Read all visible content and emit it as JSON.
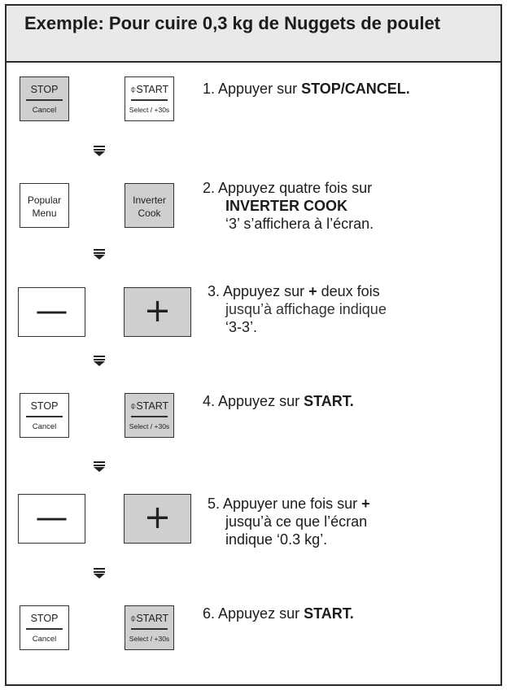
{
  "title": "Exemple: Pour cuire 0,3 kg de Nuggets de poulet",
  "buttons": {
    "stop_top": "STOP",
    "stop_bottom": "Cancel",
    "start_top": "⌽START",
    "start_bottom": "Select / +30s",
    "popular_line1": "Popular",
    "popular_line2": "Menu",
    "inverter_line1": "Inverter",
    "inverter_line2": "Cook",
    "minus": "—",
    "plus": "+"
  },
  "steps": [
    {
      "prefix": "1. Appuyer sur ",
      "bold": "STOP/CANCEL.",
      "rest": ""
    },
    {
      "line1": "2. Appuyez quatre fois sur",
      "bold": "INVERTER COOK",
      "line3": "‘3’ s’affichera à l’écran."
    },
    {
      "prefix": "3. Appuyez sur ",
      "bold": "+",
      "suffix": " deux fois",
      "line2": "jusqu’à affichage indique",
      "line3": "‘3-3’."
    },
    {
      "prefix": "4. Appuyez sur ",
      "bold": "START."
    },
    {
      "line1": "5. Appuyer une fois sur ",
      "bold": "+",
      "line2": "jusqu’à ce que l’écran",
      "line3": "indique ‘0.3 kg’."
    },
    {
      "prefix": "6. Appuyez sur ",
      "bold": "START."
    }
  ],
  "colors": {
    "shaded": "#cfcfcf",
    "header": "#e9e9e9",
    "border": "#2b2b2b"
  },
  "icons": {
    "arrow": "down-arrow-icon"
  }
}
